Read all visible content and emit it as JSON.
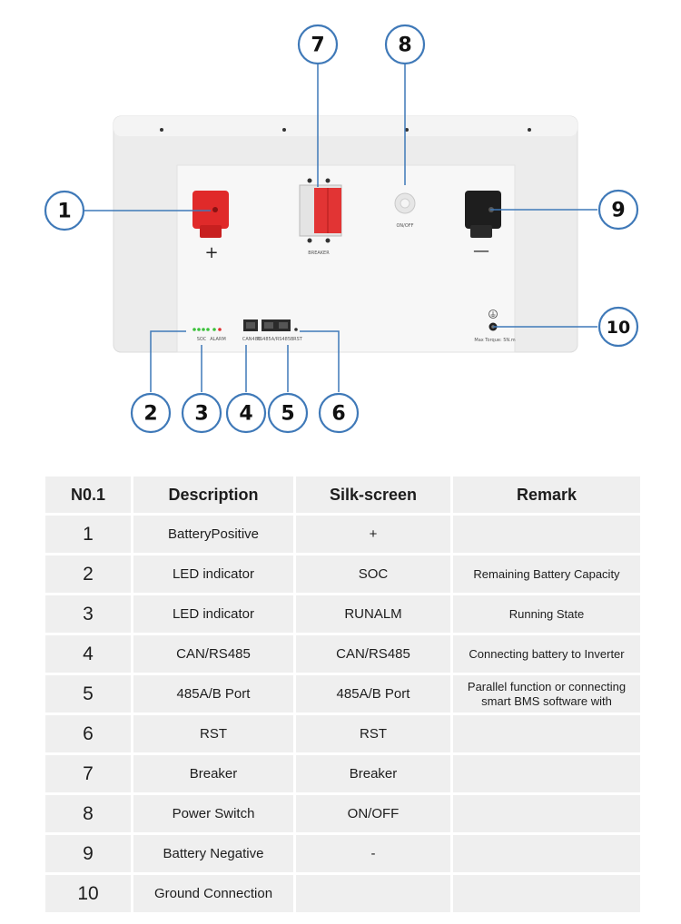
{
  "diagram": {
    "colors": {
      "callout": "#3f79b8",
      "panel": "#f0f0f0",
      "positive": "#e02a2a",
      "negative": "#1e1e1e"
    },
    "silkscreen": {
      "positive": "+",
      "negative": "—",
      "breaker": "BREAKER",
      "onoff": "ON/OFF",
      "soc": "SOC",
      "alarm": "ALARM",
      "can485": "CAN485",
      "rs485": "RS485A/RS485B",
      "rst": "RST",
      "torque": "Max Torque: 5N.m"
    },
    "callouts": [
      "1",
      "2",
      "3",
      "4",
      "5",
      "6",
      "7",
      "8",
      "9",
      "10"
    ]
  },
  "table": {
    "headers": [
      "N0.1",
      "Description",
      "Silk-screen",
      "Remark"
    ],
    "rows": [
      {
        "no": "1",
        "description": "BatteryPositive",
        "silk": "+",
        "remark": ""
      },
      {
        "no": "2",
        "description": "LED indicator",
        "silk": "SOC",
        "remark": "Remaining Battery Capacity"
      },
      {
        "no": "3",
        "description": "LED indicator",
        "silk": "RUNALM",
        "remark": "Running State"
      },
      {
        "no": "4",
        "description": "CAN/RS485",
        "silk": "CAN/RS485",
        "remark": "Connecting battery to Inverter"
      },
      {
        "no": "5",
        "description": "485A/B Port",
        "silk": "485A/B Port",
        "remark": "Parallel function or connecting smart BMS software with"
      },
      {
        "no": "6",
        "description": "RST",
        "silk": "RST",
        "remark": ""
      },
      {
        "no": "7",
        "description": "Breaker",
        "silk": "Breaker",
        "remark": ""
      },
      {
        "no": "8",
        "description": "Power Switch",
        "silk": "ON/OFF",
        "remark": ""
      },
      {
        "no": "9",
        "description": "Battery Negative",
        "silk": "-",
        "remark": ""
      },
      {
        "no": "10",
        "description": "Ground Connection",
        "silk": "",
        "remark": ""
      }
    ]
  }
}
